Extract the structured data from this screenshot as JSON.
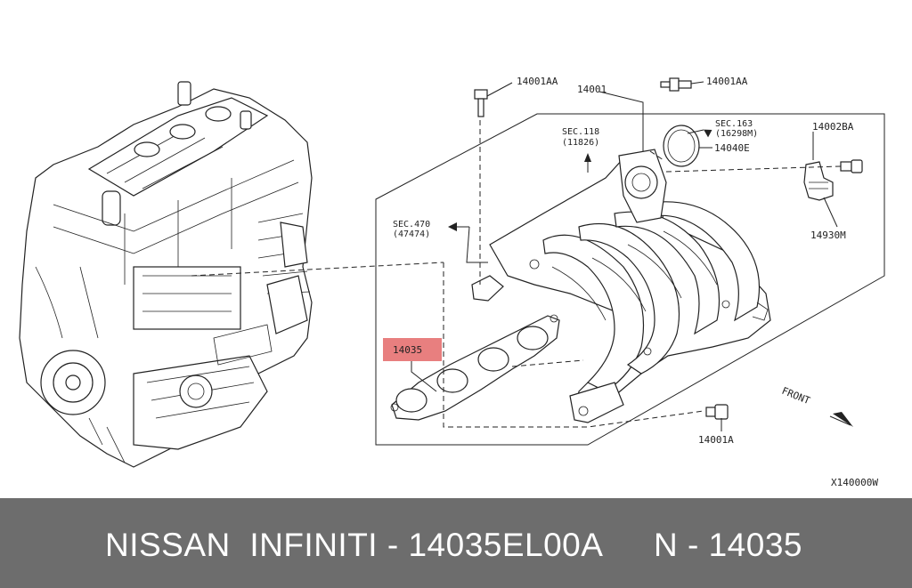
{
  "diagram": {
    "callouts": {
      "p14001AA_top_left": "14001AA",
      "p14001": "14001",
      "p14001AA_top_right": "14001AA",
      "sec118": "SEC.118",
      "sec118_sub": "(11826)",
      "sec163": "SEC.163",
      "sec163_sub": "(16298M)",
      "p14040E": "14040E",
      "p14002BA": "14002BA",
      "sec470": "SEC.470",
      "sec470_sub": "(47474)",
      "p14930M": "14930M",
      "p14035": "14035",
      "p14001A": "14001A",
      "front": "FRONT",
      "figure_code": "X140000W"
    },
    "highlight_color": "#e87f7f"
  },
  "footer": {
    "left_text": "NISSAN  INFINITI - 14035EL00A",
    "right_text": "N - 14035",
    "background": "#6d6d6d"
  }
}
